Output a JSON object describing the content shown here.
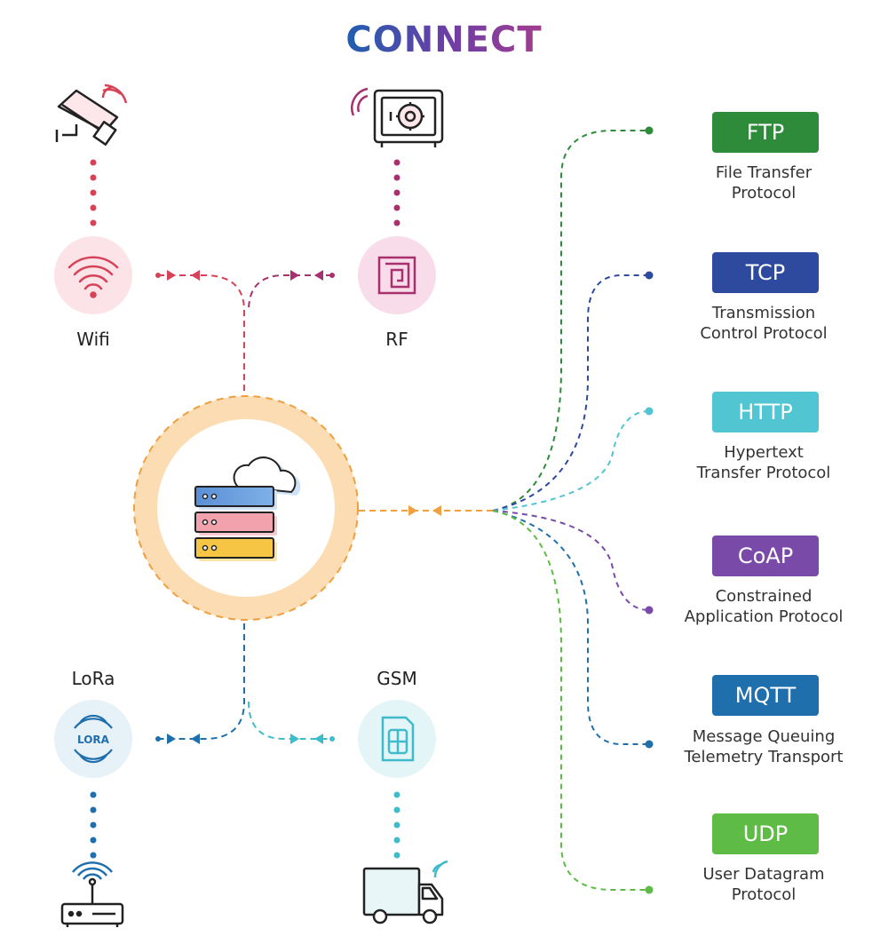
{
  "title": "CONNECT",
  "nodes": {
    "wifi": {
      "label": "Wifi"
    },
    "rf": {
      "label": "RF"
    },
    "lora": {
      "label": "LoRa",
      "badge": "LORA"
    },
    "gsm": {
      "label": "GSM"
    }
  },
  "protocols": [
    {
      "name": "FTP",
      "desc_line1": "File Transfer",
      "desc_line2": "Protocol",
      "color": "#2e8b3a"
    },
    {
      "name": "TCP",
      "desc_line1": "Transmission",
      "desc_line2": "Control Protocol",
      "color": "#2d4a9e"
    },
    {
      "name": "HTTP",
      "desc_line1": "Hypertext",
      "desc_line2": "Transfer Protocol",
      "color": "#52c5d2"
    },
    {
      "name": "CoAP",
      "desc_line1": "Constrained",
      "desc_line2": "Application Protocol",
      "color": "#7a4aa8"
    },
    {
      "name": "MQTT",
      "desc_line1": "Message Queuing",
      "desc_line2": "Telemetry Transport",
      "color": "#1f6fad"
    },
    {
      "name": "UDP",
      "desc_line1": "User Datagram",
      "desc_line2": "Protocol",
      "color": "#5dbb46"
    }
  ],
  "colors": {
    "wifi_line": "#d64258",
    "rf_line": "#a8306e",
    "hub_ring": "#f8d7a8",
    "hub_line": "#f0a040",
    "lora_line": "#1f6fad",
    "gsm_line": "#3fbccb"
  },
  "icons": {
    "top_left": "security-camera-icon",
    "top_right": "safe-icon",
    "bottom_left": "router-icon",
    "bottom_right": "delivery-truck-icon",
    "hub": "server-cloud-icon"
  }
}
